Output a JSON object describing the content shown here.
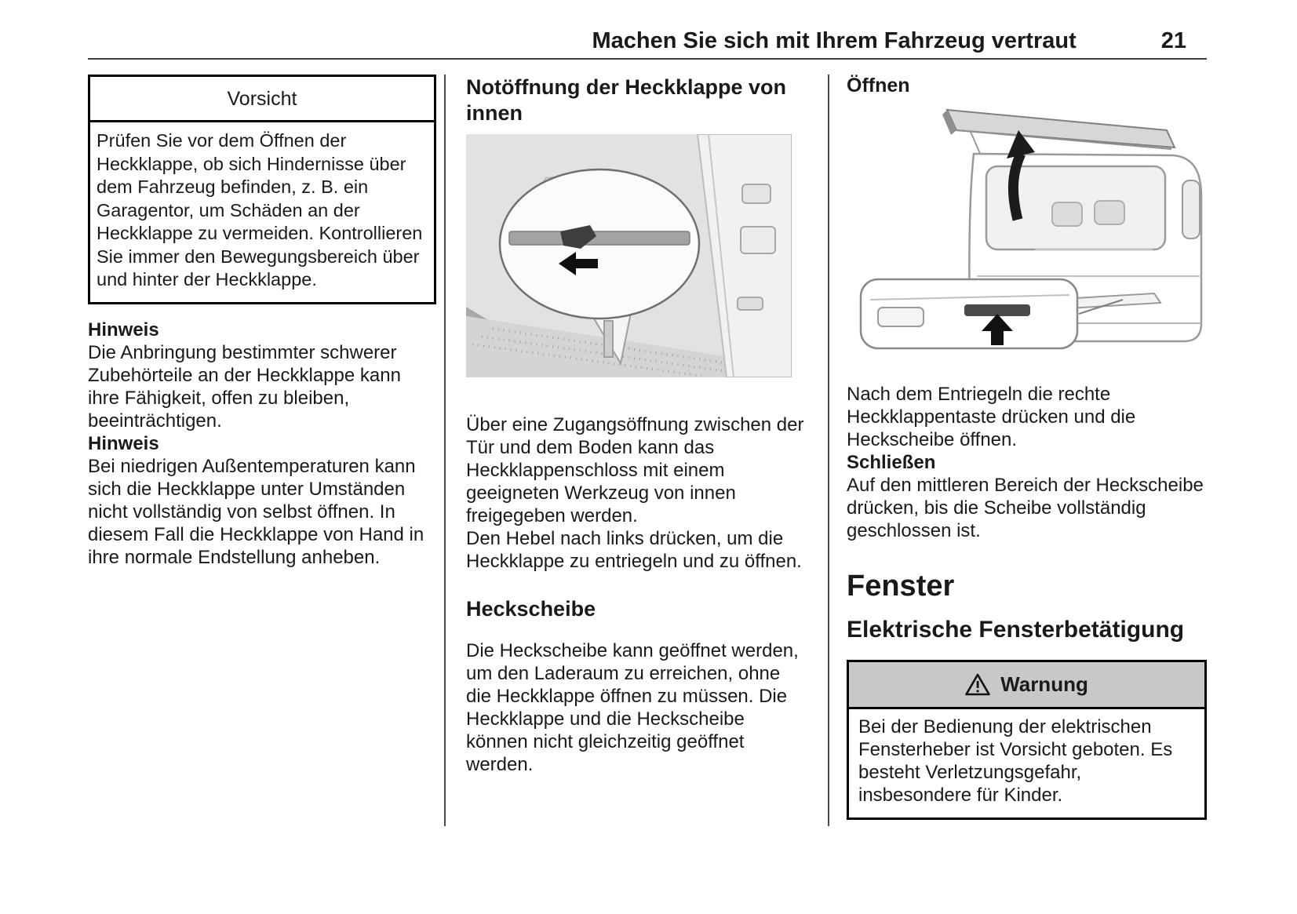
{
  "colors": {
    "text": "#1a1a1a",
    "box_border": "#000000",
    "warning_header_bg": "#c8c8c8",
    "divider": "#4a4a4a",
    "illustration_bg": "#e2e2e2"
  },
  "icons": {
    "warning_triangle": "⚠",
    "glass_up_arrow": "↑",
    "release_lever_arrow": "←",
    "button_up_arrow": "↑"
  },
  "header": {
    "title": "Machen Sie sich mit Ihrem Fahrzeug vertraut",
    "page_number": "21"
  },
  "left_column": {
    "caution_box": {
      "title": "Vorsicht",
      "body": "Prüfen Sie vor dem Öffnen der Heckklappe, ob sich Hindernisse über dem Fahrzeug befinden, z. B. ein Garagentor, um Schäden an der Heckklappe zu vermeiden. Kontrollieren Sie immer den Bewegungsbereich über und hinter der Heckklappe."
    },
    "note1": {
      "label": "Hinweis",
      "text": "Die Anbringung bestimmter schwerer Zubehörteile an der Heckklappe kann ihre Fähigkeit, offen zu bleiben, beeinträchtigen."
    },
    "note2": {
      "label": "Hinweis",
      "text": "Bei niedrigen Außentemperaturen kann sich die Heckklappe unter Umständen nicht vollständig von selbst öffnen. In diesem Fall die Heckklappe von Hand in ihre normale Endstellung anheben."
    }
  },
  "middle_column": {
    "heading": "Notöffnung der Heckklappe von innen",
    "para1": "Über eine Zugangsöffnung zwischen der Tür und dem Boden kann das Heckklappenschloss mit einem geeigneten Werkzeug von innen freigegeben werden.",
    "para2": "Den Hebel nach links drücken, um die Heckklappe zu entriegeln und zu öffnen.",
    "subheading": "Heckscheibe",
    "para3": "Die Heckscheibe kann geöffnet werden, um den Laderaum zu erreichen, ohne die Heckklappe öffnen zu müssen. Die Heckklappe und die Heckscheibe können nicht gleichzeitig geöffnet werden."
  },
  "right_column": {
    "open_label": "Öffnen",
    "para_open": "Nach dem Entriegeln die rechte Heckklappentaste drücken und die Heckscheibe öffnen.",
    "close_label": "Schließen",
    "para_close": "Auf den mittleren Bereich der Heckscheibe drücken, bis die Scheibe vollständig geschlossen ist.",
    "section_title": "Fenster",
    "subsection_title": "Elektrische Fensterbetätigung",
    "warning_box": {
      "title": "Warnung",
      "body": "Bei der Bedienung der elektrischen Fensterheber ist Vorsicht geboten. Es besteht Verletzungsgefahr, insbesondere für Kinder."
    }
  }
}
